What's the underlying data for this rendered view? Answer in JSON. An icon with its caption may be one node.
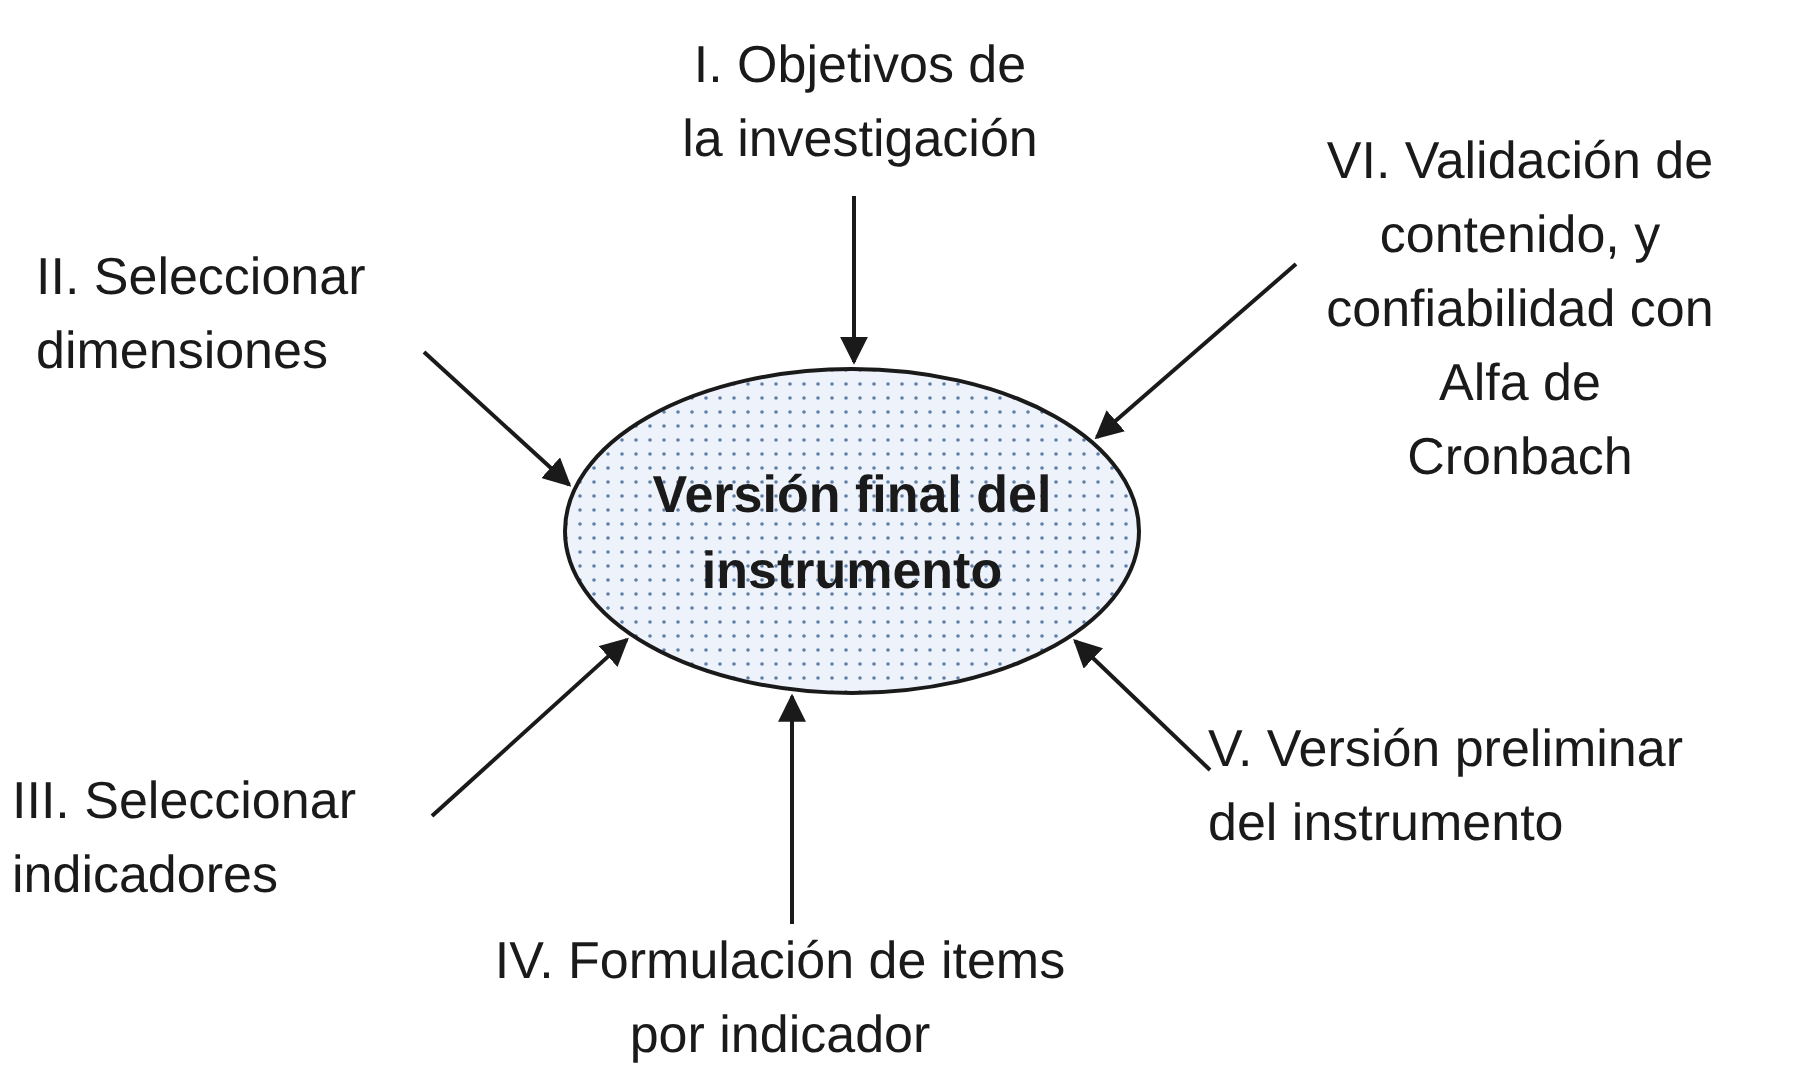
{
  "diagram": {
    "nodes": [
      {
        "text": [
          "Versión final del instrumento"
        ]
      },
      {
        "text": [
          "I. Objetivos de la investigación"
        ]
      },
      {
        "text": [
          "II. Seleccionar dimensiones"
        ]
      },
      {
        "text": [
          "III. Seleccionar indicadores"
        ]
      },
      {
        "text": [
          "IV. Formulación de items por indicador"
        ]
      },
      {
        "text": [
          "V. Versión preliminar del instrumento"
        ]
      },
      {
        "text": [
          "VI. Validación de contenido, y confiabilidad con Alfa de Cronbach"
        ]
      }
    ],
    "edges": [
      {
        "from": 1,
        "to": 0,
        "arrow": "to"
      },
      {
        "from": 2,
        "to": 0,
        "arrow": "to"
      },
      {
        "from": 3,
        "to": 0,
        "arrow": "to"
      },
      {
        "from": 4,
        "to": 0,
        "arrow": "to"
      },
      {
        "from": 5,
        "to": 0,
        "arrow": "to"
      },
      {
        "from": 6,
        "to": 0,
        "arrow": "to"
      }
    ]
  }
}
